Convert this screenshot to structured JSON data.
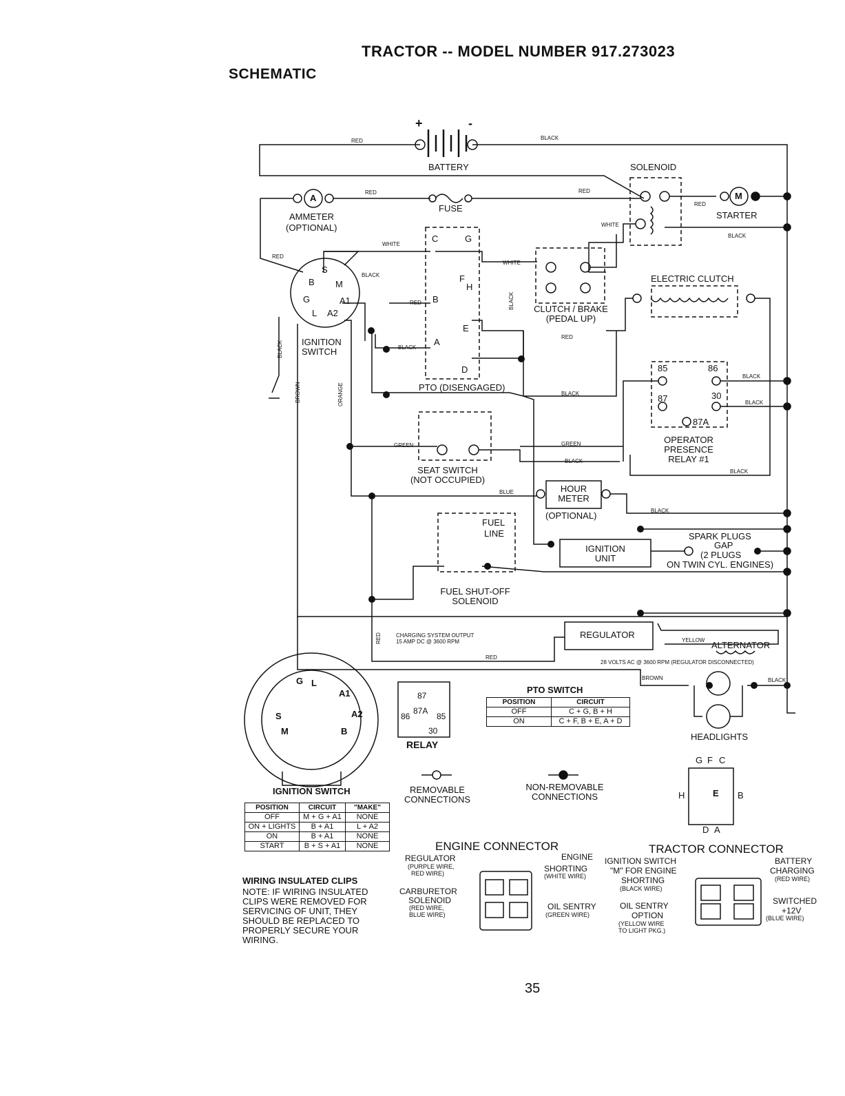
{
  "header": {
    "title": "TRACTOR -- MODEL NUMBER 917.273023",
    "subtitle": "SCHEMATIC"
  },
  "components": {
    "battery": "BATTERY",
    "battery_plus": "+",
    "battery_minus": "-",
    "solenoid": "SOLENOID",
    "ammeter": "AMMETER",
    "ammeter_optional": "(OPTIONAL)",
    "ammeter_symbol": "A",
    "fuse": "FUSE",
    "starter": "STARTER",
    "starter_symbol": "M",
    "electric_clutch": "ELECTRIC CLUTCH",
    "clutch_brake_1": "CLUTCH / BRAKE",
    "clutch_brake_2": "(PEDAL UP)",
    "ignition_switch_1": "IGNITION",
    "ignition_switch_2": "SWITCH",
    "pto": "PTO (DISENGAGED)",
    "seat_switch_1": "SEAT SWITCH",
    "seat_switch_2": "(NOT OCCUPIED)",
    "operator_relay_1": "OPERATOR",
    "operator_relay_2": "PRESENCE",
    "operator_relay_3": "RELAY #1",
    "hour_meter_1": "HOUR",
    "hour_meter_2": "METER",
    "hour_meter_3": "(OPTIONAL)",
    "fuel_line_1": "FUEL",
    "fuel_line_2": "LINE",
    "fuel_solenoid_1": "FUEL SHUT-OFF",
    "fuel_solenoid_2": "SOLENOID",
    "ignition_unit_1": "IGNITION",
    "ignition_unit_2": "UNIT",
    "spark_plugs_1": "SPARK PLUGS",
    "spark_plugs_2": "GAP",
    "spark_plugs_3": "(2 PLUGS",
    "spark_plugs_4": "ON TWIN CYL. ENGINES)",
    "regulator": "REGULATOR",
    "alternator": "ALTERNATOR",
    "charging_1": "CHARGING SYSTEM OUTPUT",
    "charging_2": "15 AMP DC @ 3600 RPM",
    "alt_note": "28 VOLTS AC @ 3600 RPM (REGULATOR DISCONNECTED)",
    "headlights": "HEADLIGHTS",
    "relay_85": "85",
    "relay_86": "86",
    "relay_87": "87",
    "relay_30": "30",
    "relay_87a": "87A"
  },
  "ignition_terminals": [
    "B",
    "S",
    "M",
    "G",
    "A1",
    "L",
    "A2"
  ],
  "pto_terminals": [
    "C",
    "G",
    "F",
    "H",
    "B",
    "E",
    "A",
    "D"
  ],
  "wire_labels": {
    "red": "RED",
    "black": "BLACK",
    "white": "WHITE",
    "brown": "BROWN",
    "orange": "ORANGE",
    "green": "GREEN",
    "blue": "BLUE",
    "yellow": "YELLOW"
  },
  "relay_legend": {
    "title": "RELAY",
    "pins": [
      "87",
      "87A",
      "86",
      "85",
      "30"
    ]
  },
  "pto_switch_table": {
    "title": "PTO SWITCH",
    "headers": [
      "POSITION",
      "CIRCUIT"
    ],
    "rows": [
      [
        "OFF",
        "C + G, B + H"
      ],
      [
        "ON",
        "C + F, B + E, A + D"
      ]
    ]
  },
  "legend": {
    "removable_1": "REMOVABLE",
    "removable_2": "CONNECTIONS",
    "nonremovable_1": "NON-REMOVABLE",
    "nonremovable_2": "CONNECTIONS"
  },
  "tractor_plug": {
    "top": [
      "G",
      "F",
      "C"
    ],
    "left": "H",
    "center": "E",
    "right": "B",
    "bottom": [
      "D",
      "A"
    ]
  },
  "ignition_switch_table": {
    "title": "IGNITION SWITCH",
    "headers": [
      "POSITION",
      "CIRCUIT",
      "\"MAKE\""
    ],
    "rows": [
      [
        "OFF",
        "M + G + A1",
        "NONE"
      ],
      [
        "ON + LIGHTS",
        "B + A1",
        "L + A2"
      ],
      [
        "ON",
        "B + A1",
        "NONE"
      ],
      [
        "START",
        "B + S + A1",
        "NONE"
      ]
    ]
  },
  "ignition_face_labels": [
    "G",
    "L",
    "A1",
    "A2",
    "S",
    "M",
    "B"
  ],
  "clips_note": {
    "heading": "WIRING INSULATED CLIPS",
    "lines": [
      "NOTE: IF WIRING INSULATED",
      "CLIPS WERE REMOVED FOR",
      "SERVICING OF UNIT, THEY",
      "SHOULD BE REPLACED TO",
      "PROPERLY SECURE YOUR",
      "WIRING."
    ]
  },
  "engine_connector": {
    "title": "ENGINE CONNECTOR",
    "regulator": [
      "REGULATOR",
      "(PURPLE WIRE,",
      "RED WIRE)"
    ],
    "carburetor": [
      "CARBURETOR",
      "SOLENOID",
      "(RED WIRE,",
      "BLUE WIRE)"
    ],
    "engine_shorting": [
      "ENGINE",
      "SHORTING",
      "(WHITE WIRE)"
    ],
    "oil_sentry": [
      "OIL SENTRY",
      "(GREEN WIRE)"
    ]
  },
  "tractor_connector": {
    "title": "TRACTOR CONNECTOR",
    "ignition": [
      "IGNITION SWITCH",
      "\"M\" FOR ENGINE",
      "SHORTING",
      "(BLACK WIRE)"
    ],
    "oil_sentry": [
      "OIL SENTRY",
      "OPTION",
      "(YELLOW WIRE",
      "TO LIGHT PKG.)"
    ],
    "battery": [
      "BATTERY",
      "CHARGING",
      "(RED WIRE)"
    ],
    "switched": [
      "SWITCHED",
      "+12V",
      "(BLUE WIRE)"
    ]
  },
  "page_number": "35"
}
